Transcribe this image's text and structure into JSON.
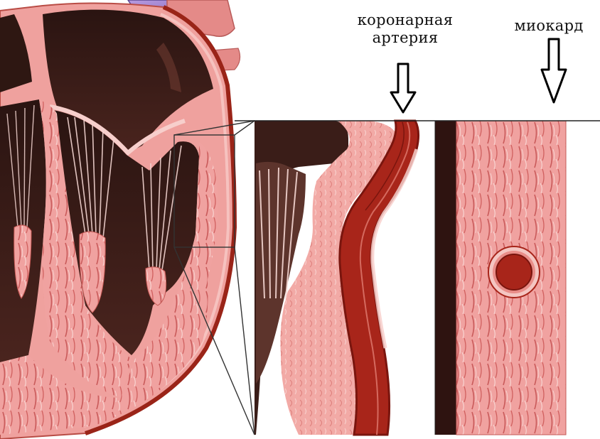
{
  "labels": {
    "coronary_artery_line1": "коронарная",
    "coronary_artery_line2": "артерия",
    "myocardium": "миокард"
  },
  "colors": {
    "muscle": "#f0a2a0",
    "muscle_light": "#f7c7c4",
    "muscle_dark": "#d9706f",
    "artery": "#a8251a",
    "artery_dark": "#7a150e",
    "chamber": "#3a1d18",
    "chamber_mid": "#5a2f28",
    "vessel_purple": "#9b7fd0",
    "outline": "#111111"
  }
}
